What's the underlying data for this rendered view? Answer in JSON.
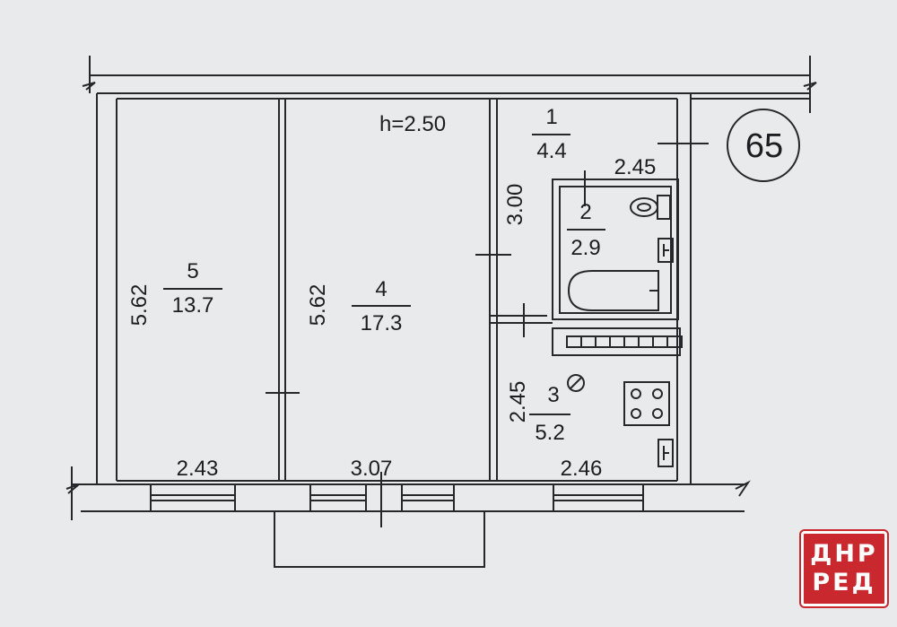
{
  "plan": {
    "apartment_number": "65",
    "ceiling_height": "h=2.50",
    "rooms": [
      {
        "number": "5",
        "area": "13.7"
      },
      {
        "number": "4",
        "area": "17.3"
      },
      {
        "number": "1",
        "area": "4.4"
      },
      {
        "number": "2",
        "area": "2.9"
      },
      {
        "number": "3",
        "area": "5.2"
      }
    ],
    "dimensions": {
      "room5_height": "5.62",
      "room5_width": "2.43",
      "room4_height": "5.62",
      "room4_width": "3.07",
      "hall_length": "3.00",
      "bath_width": "2.45",
      "kitchen_height": "2.45",
      "kitchen_width": "2.46"
    }
  },
  "watermark": {
    "line1": "ДНР",
    "line2": "РЕД"
  }
}
